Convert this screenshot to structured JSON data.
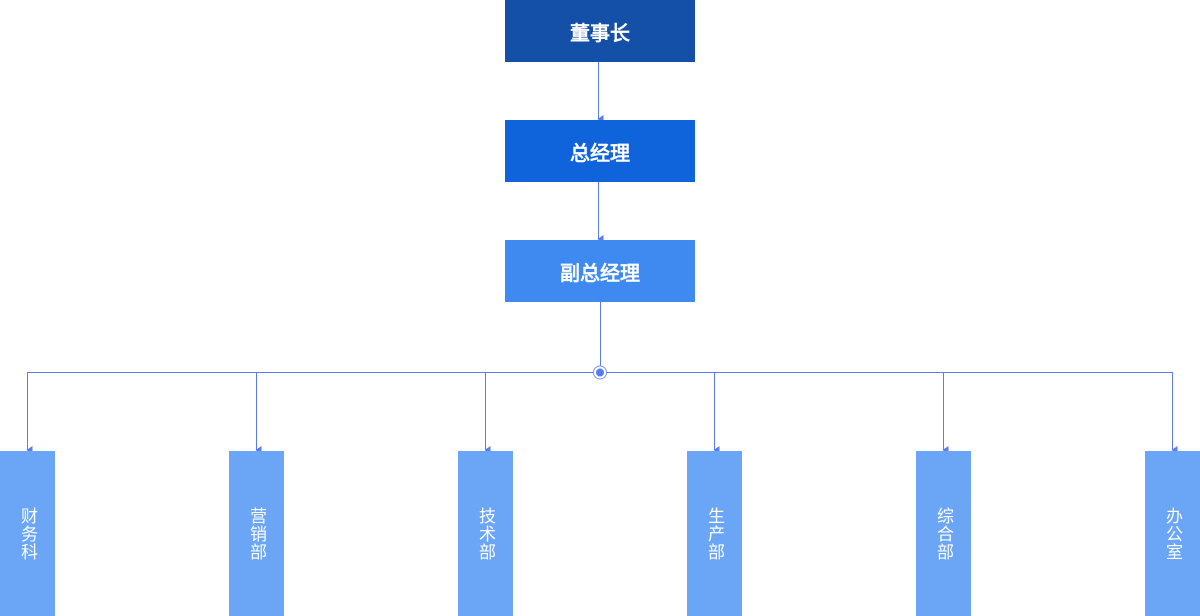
{
  "colors": {
    "chairman": "#1550A8",
    "general_manager": "#0F64DB",
    "deputy": "#3F8AF0",
    "department": "#6BA5F5",
    "connector": "#5B7BF0"
  },
  "levels": [
    {
      "label": "董事长"
    },
    {
      "label": "总经理"
    },
    {
      "label": "副总经理"
    }
  ],
  "departments": [
    {
      "label": "财务科"
    },
    {
      "label": "营销部"
    },
    {
      "label": "技术部"
    },
    {
      "label": "生产部"
    },
    {
      "label": "综合部"
    },
    {
      "label": "办公室"
    }
  ]
}
